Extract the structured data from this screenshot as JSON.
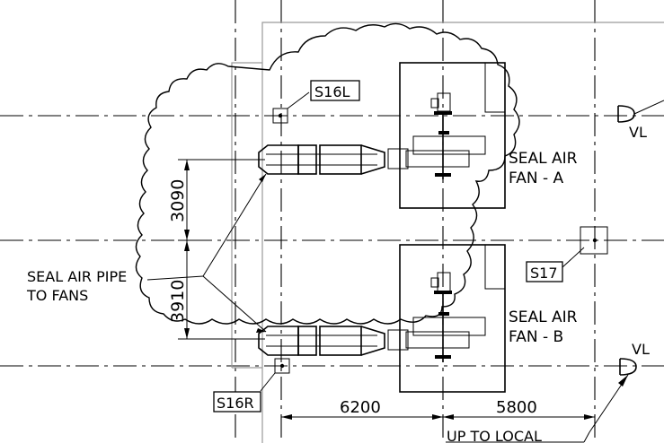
{
  "labels": {
    "s16l": "S16L",
    "s16r": "S16R",
    "s17": "S17",
    "vl_top": "VL",
    "vl_bottom": "VL",
    "fan_a_line1": "SEAL AIR",
    "fan_a_line2": "FAN - A",
    "fan_b_line1": "SEAL AIR",
    "fan_b_line2": "FAN - B",
    "pipe_line1": "SEAL AIR PIPE",
    "pipe_line2": "TO FANS",
    "dim_3090": "3090",
    "dim_3910": "3910",
    "dim_6200": "6200",
    "dim_5800": "5800",
    "up_to_local": "UP TO LOCAL"
  }
}
